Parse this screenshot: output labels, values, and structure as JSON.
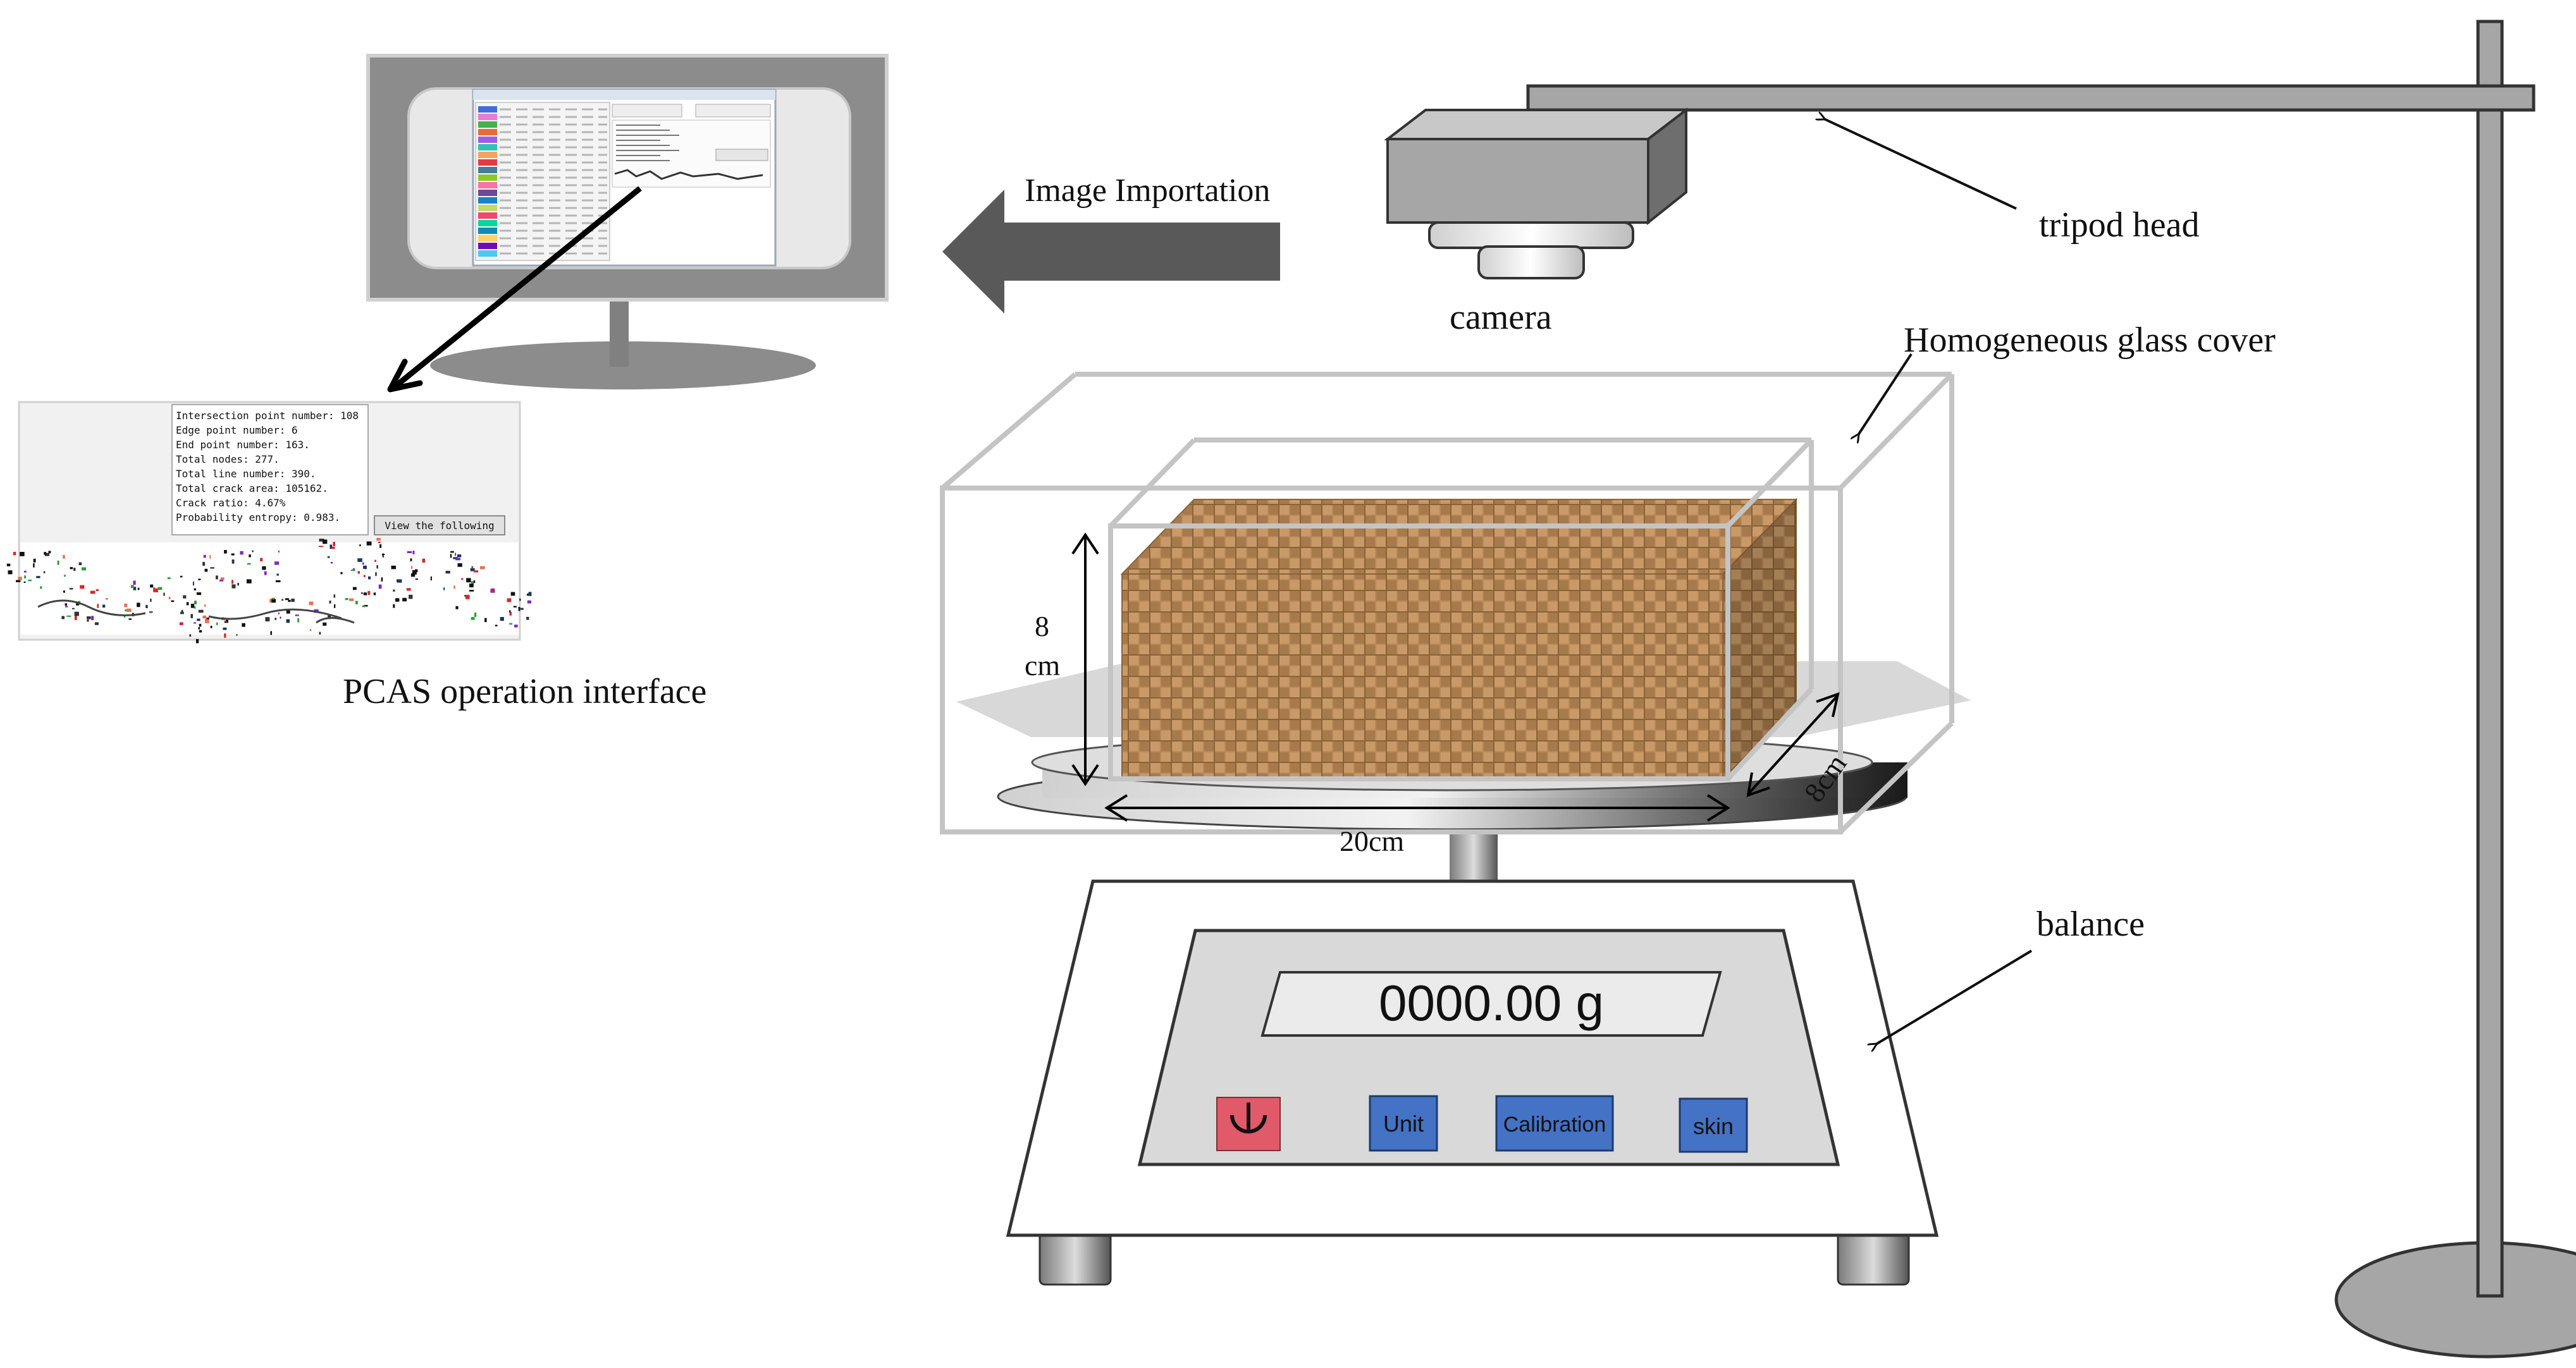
{
  "labels": {
    "image_importation": "Image Importation",
    "tripod_head": "tripod head",
    "camera": "camera",
    "glass_cover": "Homogeneous glass cover",
    "pcas_interface": "PCAS operation interface",
    "balance": "balance",
    "dim_height_value": "8",
    "dim_height_unit": "cm",
    "dim_depth": "8cm",
    "dim_width": "20cm"
  },
  "balance_display": {
    "reading": "0000.00 g"
  },
  "balance_buttons": {
    "unit": "Unit",
    "calibration": "Calibration",
    "skin": "skin"
  },
  "pcas_panel": {
    "stats": [
      "Intersection point number: 108",
      "Edge point number: 6",
      "End point number: 163.",
      "Total nodes: 277.",
      "Total line number: 390.",
      "Total crack area: 105162.",
      "Crack ratio: 4.67%",
      "Probability entropy: 0.983."
    ],
    "view_button": "View the following"
  },
  "colors": {
    "monitor_frame": "#8c8c8c",
    "arrow_fill": "#595959",
    "soil_sample": "#b8895a",
    "power_button": "#e05a6a",
    "function_button": "#4472c4",
    "display_panel": "#d9d9d9",
    "tripod": "#a6a6a6"
  }
}
